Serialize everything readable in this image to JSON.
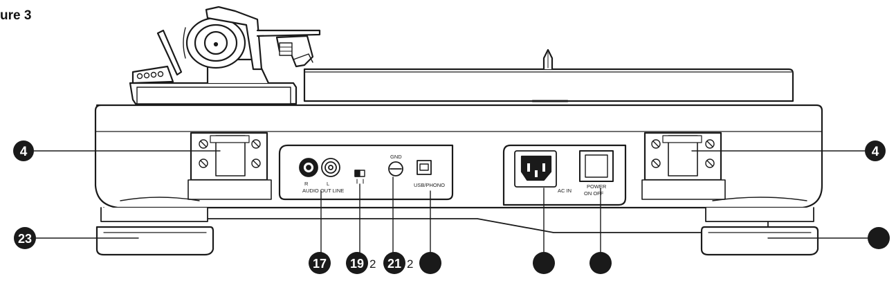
{
  "figure": {
    "title": "ure 3"
  },
  "panel": {
    "audio_r": "R",
    "audio_l": "L",
    "audio_out": "AUDIO OUT LINE",
    "gnd": "GND",
    "usb": "USB/PHONO",
    "ac_in": "AC IN",
    "power": "POWER",
    "on_off": "ON OFF"
  },
  "callouts": {
    "c4_left": "4",
    "c4_right": "4",
    "c23": "23",
    "c17": "17",
    "c19": "19",
    "c19_tail": "2",
    "c21": "21",
    "c21_tail": "2"
  },
  "colors": {
    "line": "#1a1a1a",
    "callout": "#1a1a1a",
    "callout_text": "#ffffff"
  }
}
